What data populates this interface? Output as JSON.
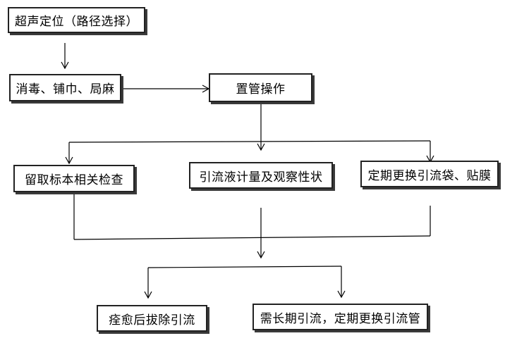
{
  "flowchart": {
    "nodes": {
      "step1": "超声定位（路径选择）",
      "step2": "消毒、铺巾、局麻",
      "step3": "置管操作",
      "step4a": "留取标本相关检查",
      "step4b": "引流液计量及观察性状",
      "step4c": "定期更换引流袋、贴膜",
      "step5a": "痊愈后拔除引流",
      "step5b": "需长期引流，定期更换引流管"
    }
  }
}
